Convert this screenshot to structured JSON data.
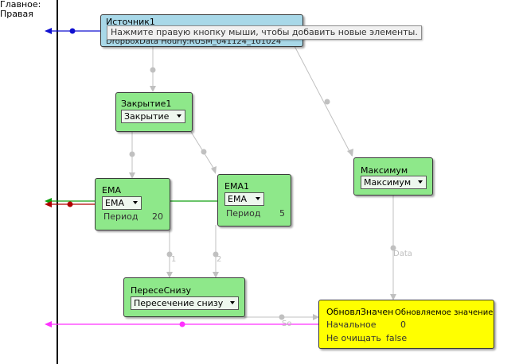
{
  "rails": {
    "main_label": "Главное:",
    "right_label": "Правая"
  },
  "tooltip": "Нажмите правую кнопку мыши, чтобы добавить новые элементы.",
  "nodes": {
    "source": {
      "title": "Источник1",
      "subtitle": "DropboxData Hourly:RUSM_041124_101024"
    },
    "close": {
      "title": "Закрытие1",
      "dropdown": "Закрытие"
    },
    "ema": {
      "title": "EMA",
      "dropdown": "EMA",
      "param_label": "Период",
      "param_value": "20"
    },
    "ema1": {
      "title": "EMA1",
      "dropdown": "EMA",
      "param_label": "Период",
      "param_value": "5"
    },
    "max": {
      "title": "Максимум",
      "dropdown": "Максимум"
    },
    "cross": {
      "title": "ПересеСнизу",
      "dropdown": "Пересечение снизу"
    },
    "update": {
      "title": "ОбновлЗначен",
      "subtitle": "Обновляемое значение",
      "param1_label": "Начальное",
      "param1_value": "0",
      "param2_label": "Не очищать",
      "param2_value": "false"
    }
  },
  "wire_labels": {
    "input1": "1",
    "input2": "2",
    "data": "Data",
    "signal": "So"
  },
  "colors": {
    "node_green": "#8ee88a",
    "node_blue": "#a8d8e8",
    "node_yellow": "#ffff00",
    "wire_gray": "#c0c0c0",
    "wire_blue": "#1010d0",
    "wire_green": "#10a010",
    "wire_red": "#b00000",
    "wire_magenta": "#ff30ff"
  }
}
